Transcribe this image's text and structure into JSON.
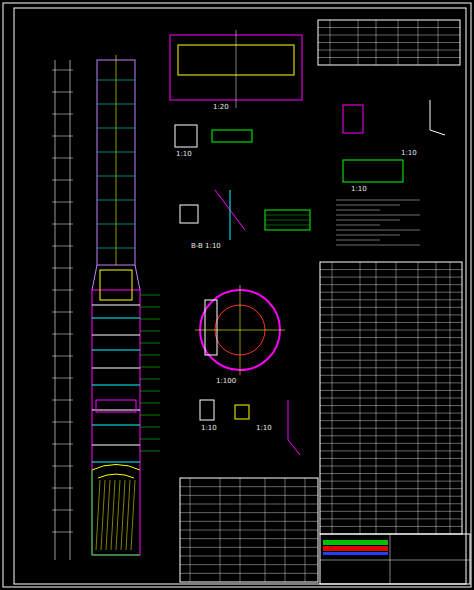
{
  "diagram": {
    "labels": [
      "1:20",
      "1:10",
      "B-B 1:10",
      "1:10",
      "1:100",
      "1:10",
      "1:10",
      "1:10"
    ]
  }
}
